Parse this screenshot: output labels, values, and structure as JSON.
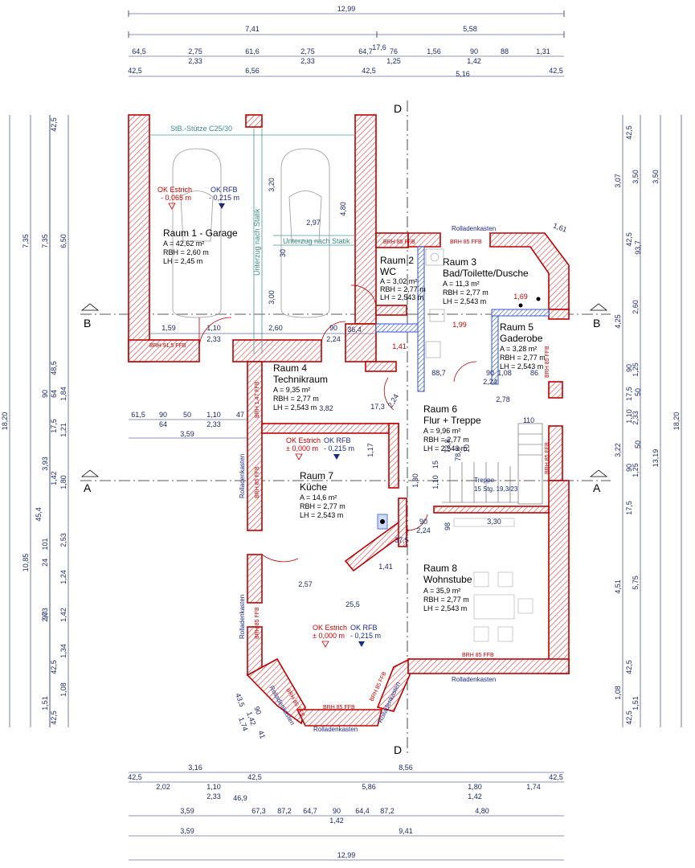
{
  "rooms": [
    {
      "title": "Raum 1 - Garage",
      "area": "A = 42,62 m²",
      "rbh": "RBH = 2,60 m",
      "lh": "LH = 2,45 m"
    },
    {
      "title": "Raum 2",
      "title2": "WC",
      "area": "A = 3,02 m²",
      "rbh": "RBH = 2,77 m",
      "lh": "LH = 2,543 m"
    },
    {
      "title": "Raum 3",
      "title2": "Bad/Toilette/Dusche",
      "area": "A = 11,3 m²",
      "rbh": "RBH = 2,77 m",
      "lh": "LH = 2,543 m"
    },
    {
      "title": "Raum 4",
      "title2": "Technikraum",
      "area": "A = 9,35 m²",
      "rbh": "RBH = 2,77 m",
      "lh": "LH = 2,543 m"
    },
    {
      "title": "Raum 5",
      "title2": "Gaderobe",
      "area": "A = 3,28 m²",
      "rbh": "RBH = 2,77 m",
      "lh": "LH = 2,543 m"
    },
    {
      "title": "Raum 6",
      "title2": "Flur + Treppe",
      "area": "A = 9,96 m²",
      "rbh": "RBH = 2,77 m",
      "lh": "LH = 2,543 m"
    },
    {
      "title": "Raum 7",
      "title2": "Küche",
      "area": "A = 14,6 m²",
      "rbh": "RBH = 2,77 m",
      "lh": "LH = 2,543 m"
    },
    {
      "title": "Raum 8",
      "title2": "Wohnstube",
      "area": "A = 35,9 m²",
      "rbh": "RBH = 2,77 m",
      "lh": "LH = 2,543 m"
    }
  ],
  "levels": {
    "garage_estrich": "OK Estrich",
    "garage_estrich_val": "- 0,065 m",
    "garage_rfb": "OK RFB",
    "garage_rfb_val": "- 0,215 m",
    "kitchen_estrich": "OK Estrich",
    "kitchen_estrich_val": "± 0,000 m",
    "kitchen_rfb": "OK RFB",
    "kitchen_rfb_val": "- 0,215 m",
    "living_estrich": "OK Estrich",
    "living_estrich_val": "± 0,000 m",
    "living_rfb": "OK RFB",
    "living_rfb_val": "- 0,215 m"
  },
  "notes": {
    "stuetze": "StB.-Stütze C25/30",
    "unterzug": "Unterzug nach Statik",
    "rolladen": "Rolladenkasten",
    "treppe": "Treppe",
    "treppe_steps": "15 Stg. 19,3/23",
    "brh85": "BRH 85 FFB",
    "brh915": "BRH 91,5 FFB",
    "brh147": "BRH 1,47 FFB"
  },
  "sections": {
    "a": "A",
    "b": "B",
    "d": "D"
  },
  "dims": {
    "top1": "12,99",
    "top2": [
      "7,41",
      "5,58"
    ],
    "top3": [
      "64,5",
      "2,75",
      "61,6",
      "2,75",
      "64,7",
      "17,6",
      "76",
      "1,56",
      "90",
      "88",
      "1,31"
    ],
    "top3b": [
      "2,33",
      "2,33",
      "1,25",
      "1,42"
    ],
    "top4": [
      "42,5",
      "6,56",
      "42,5",
      "5,16",
      "42,5"
    ],
    "left1": "18,20",
    "left2": [
      "7,35",
      "10,85"
    ],
    "left3": [
      "7,35",
      "3,93",
      "2,73",
      "1,51"
    ],
    "left4": [
      "6,50",
      "1,84",
      "1,21",
      "1,80",
      "2,53",
      "1,24",
      "1,42",
      "1,34",
      "1,08"
    ],
    "left5": [
      "42,5",
      "48,5",
      "90",
      "64",
      "17,5",
      "1,42",
      "45,4",
      "101",
      "24",
      "90",
      "42,5",
      "42,5"
    ],
    "right1": "18,20",
    "right2": [
      "3,50",
      "13,19"
    ],
    "right3": [
      "3,50",
      "2,60",
      "1,25",
      "2,33",
      "1,25",
      "5,75",
      "1,51"
    ],
    "right4": [
      "3,07",
      "4,25",
      "3,22",
      "4,51",
      "1,08"
    ],
    "right5": [
      "42,5",
      "42,5",
      "93,7",
      "90",
      "17,5",
      "50",
      "1,10",
      "50",
      "90",
      "17,5",
      "42,5",
      "42,5"
    ],
    "bot1": [
      "3,16",
      "8,56"
    ],
    "bot2": [
      "42,5",
      "2,02",
      "1,10",
      "42,5",
      "5,86",
      "1,80",
      "1,74",
      "42,5"
    ],
    "bot2b": [
      "2,33",
      "46,9",
      "1,42"
    ],
    "bot3": [
      "3,59",
      "67,3",
      "87,2",
      "64,7",
      "90",
      "64,4",
      "87,2",
      "4,80"
    ],
    "bot3b": [
      "1,42"
    ],
    "bot4": [
      "3,59",
      "9,41"
    ],
    "bot5": "12,99",
    "inner": [
      "1,59",
      "1,10",
      "2,60",
      "90",
      "36,4",
      "2,33",
      "2,24",
      "1,41",
      "1,99",
      "1,69",
      "88,7",
      "90",
      "1,08",
      "86",
      "2,24",
      "2,78",
      "110",
      "3,82",
      "17,3",
      "2,24",
      "1,17",
      "2,57",
      "25,5",
      "1,41",
      "3,30",
      "2,24",
      "3,20",
      "4,80",
      "2,97",
      "3,00",
      "30",
      "1,61",
      "61,5",
      "90",
      "50",
      "1,10",
      "47",
      "64",
      "2,33",
      "3,59",
      "98",
      "90",
      "37,5",
      "1,30",
      "1,10",
      "15",
      "73,8",
      "78,8",
      "10",
      "43,5",
      "90",
      "1,42",
      "1,74",
      "41"
    ]
  },
  "colors": {
    "wall": "#c00000",
    "dim": "#1a2a6c",
    "teal": "#4a9a9a"
  }
}
